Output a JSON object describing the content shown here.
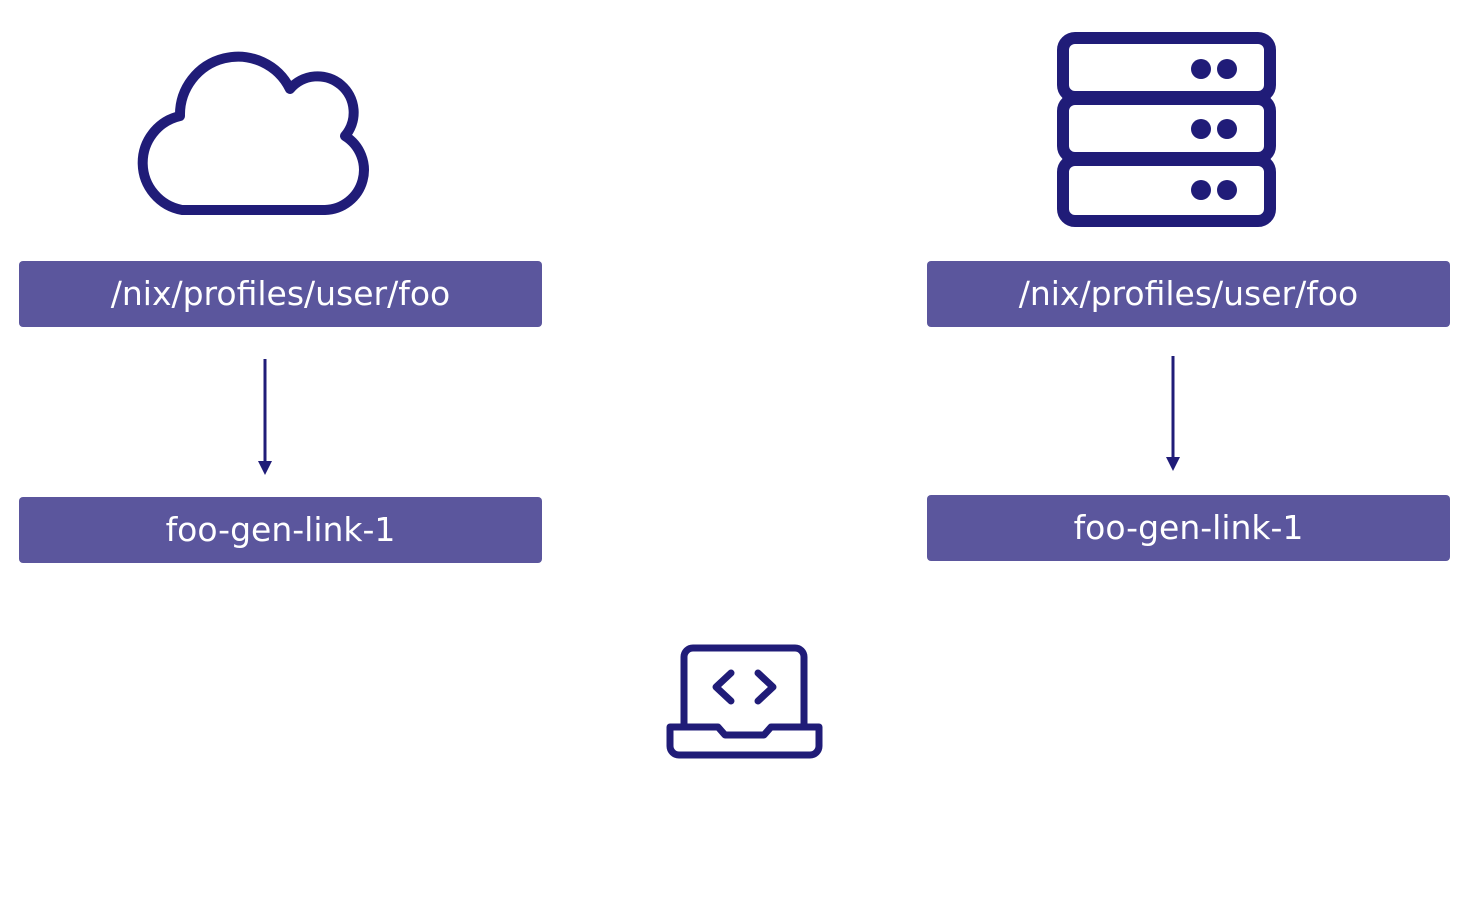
{
  "colors": {
    "icon_stroke": "#201c78",
    "box_fill": "#5b569d",
    "box_text": "#ffffff",
    "arrow": "#201c78"
  },
  "icons": {
    "left": "cloud-icon",
    "right": "server-icon",
    "bottom": "laptop-code-icon"
  },
  "left_column": {
    "profile_label": "/nix/profiles/user/foo",
    "link_label": "foo-gen-link-1"
  },
  "right_column": {
    "profile_label": "/nix/profiles/user/foo",
    "link_label": "foo-gen-link-1"
  }
}
